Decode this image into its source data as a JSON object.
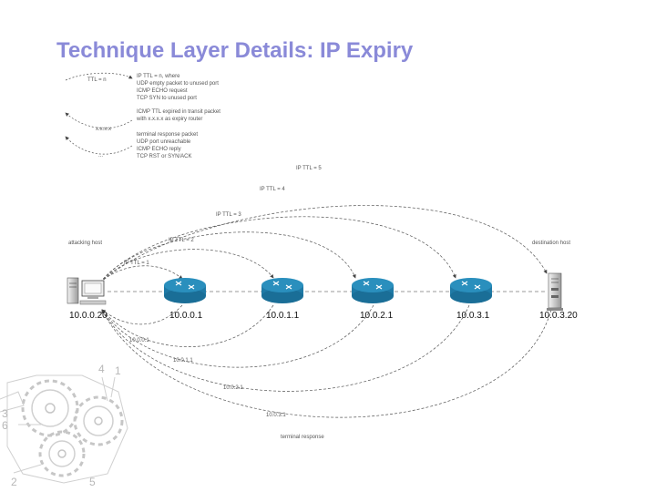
{
  "slide": {
    "title": "Technique Layer Details: IP Expiry"
  },
  "legend": {
    "ttl_label": "TTL = n",
    "probe_lines": [
      "IP TTL = n, where",
      "UDP empty packet to unused port",
      "ICMP ECHO request",
      "TCP SYN to unused port"
    ],
    "expiry_lines": [
      "ICMP TTL expired in transit packet",
      "with x.x.x.x as expiry router"
    ],
    "dots_label": "x.x.x.x",
    "terminal_lines": [
      "terminal response packet",
      "UDP port unreachable",
      "ICMP ECHO reply",
      "TCP RST or SYN/ACK"
    ],
    "ellipsis": "..."
  },
  "network": {
    "attacking_host_label": "attacking host",
    "destination_host_label": "destination host",
    "attacker_ip": "10.0.0.20",
    "destination_ip": "10.0.3.20",
    "routers": [
      {
        "ip": "10.0.0.1"
      },
      {
        "ip": "10.0.1.1"
      },
      {
        "ip": "10.0.2.1"
      },
      {
        "ip": "10.0.3.1"
      }
    ],
    "probe_labels": [
      "IP TTL = 1",
      "IP TTL = 2",
      "IP TTL = 3",
      "IP TTL = 4",
      "IP TTL = 5"
    ],
    "reply_labels": [
      "10.0.0.1",
      "10.0.1.1",
      "10.0.2.1",
      "10.0.3.1"
    ],
    "terminal_label": "terminal response"
  },
  "decoration": {
    "gear_numbers": [
      "4",
      "1",
      "3",
      "6",
      "2",
      "5"
    ]
  },
  "colors": {
    "title": "#8a8ad8",
    "router": "#2a8fbd",
    "line": "#555555"
  }
}
